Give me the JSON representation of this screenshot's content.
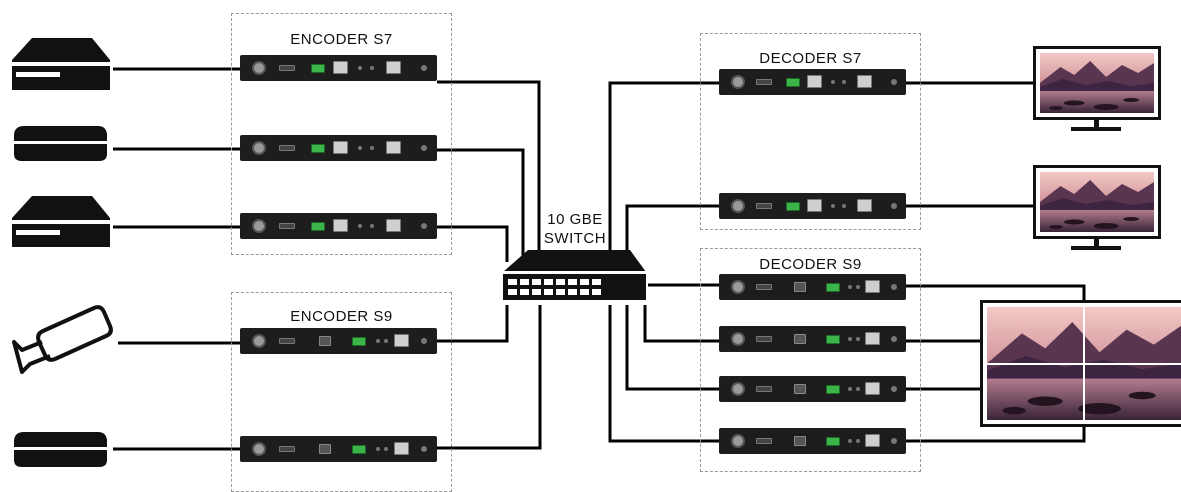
{
  "groups": {
    "encoder_s7": "ENCODER S7",
    "encoder_s9": "ENCODER S9",
    "decoder_s7": "DECODER S7",
    "decoder_s9": "DECODER S9"
  },
  "switch": {
    "line1": "10 GBE",
    "line2": "SWITCH"
  },
  "sources": [
    "set-top-box",
    "media-player",
    "set-top-box",
    "camera",
    "media-player"
  ],
  "displays": [
    "monitor",
    "monitor",
    "video-wall-2x2"
  ],
  "colors": {
    "line": "#000000",
    "unit": "#1d1d1d",
    "dashed_border": "#9a9a9a",
    "terminal_green": "#3bb54a"
  }
}
